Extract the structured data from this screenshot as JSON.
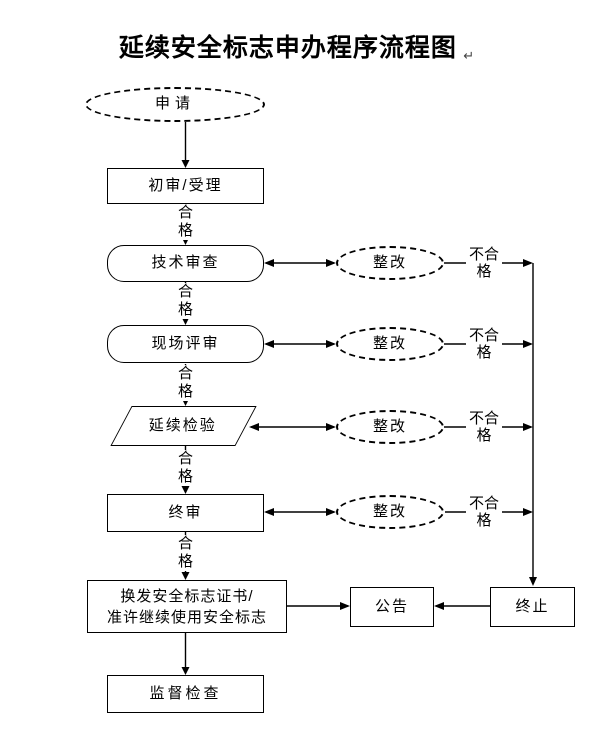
{
  "title": "延续安全标志申办程序流程图",
  "paragraph_mark": "↵",
  "nodes": {
    "apply": "申请",
    "initial_review": "初审/受理",
    "technical_review": "技术审查",
    "site_review": "现场评审",
    "renewal_inspection": "延续检验",
    "final_review": "终审",
    "reissue_line1": "换发安全标志证书/",
    "reissue_line2": "准许继续使用安全标志",
    "announcement": "公告",
    "terminate": "终止",
    "supervision": "监督检查"
  },
  "rectify_labels": [
    "整改",
    "整改",
    "整改",
    "整改"
  ],
  "pass_labels": [
    "合格",
    "合格",
    "合格",
    "合格",
    "合格"
  ],
  "fail_labels": [
    "不合格",
    "不合格",
    "不合格",
    "不合格"
  ],
  "colors": {
    "line": "#000000",
    "background": "#ffffff",
    "text": "#000000"
  }
}
